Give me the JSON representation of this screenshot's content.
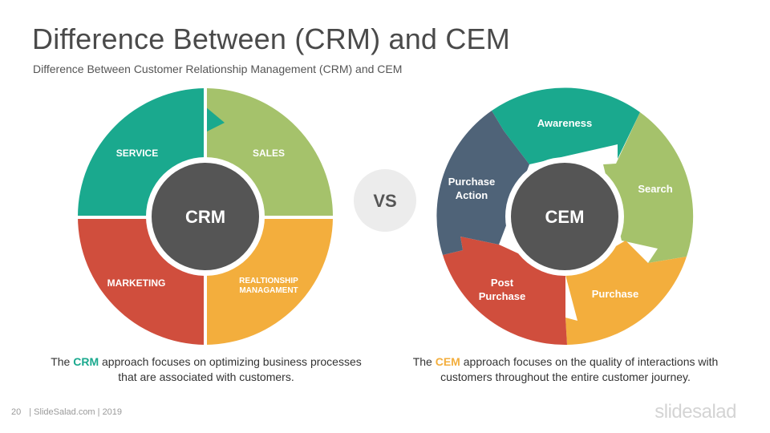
{
  "slide": {
    "title": "Difference Between (CRM) and CEM",
    "subtitle": "Difference Between Customer Relationship Management (CRM) and CEM"
  },
  "crm": {
    "center_label": "CRM",
    "segments": [
      {
        "label": "SALES",
        "color": "#a5c26b"
      },
      {
        "label": "REALTIONSHIP",
        "label2": "MANAGAMENT",
        "color": "#f3ae3d"
      },
      {
        "label": "MARKETING",
        "color": "#d04e3d"
      },
      {
        "label": "SERVICE",
        "color": "#1aa98e"
      }
    ],
    "caption": {
      "prefix": "The ",
      "highlight": "CRM",
      "line1_rest": " approach focuses on optimizing business processes",
      "line2": "that are associated with customers."
    }
  },
  "vs_label": "VS",
  "cem": {
    "center_label": "CEM",
    "segments": [
      {
        "label": "Awareness",
        "color": "#1aa98e"
      },
      {
        "label": "Search",
        "color": "#a5c26b"
      },
      {
        "label": "Purchase",
        "color": "#f3ae3d"
      },
      {
        "label": "Post",
        "label2": "Purchase",
        "color": "#d04e3d"
      },
      {
        "label": "Purchase",
        "label2": "Action",
        "color": "#4f6378"
      }
    ],
    "caption": {
      "prefix": "The ",
      "highlight": "CEM",
      "line1_rest": " approach focuses on the quality of interactions with",
      "line2": "customers throughout the entire customer journey."
    }
  },
  "colors": {
    "center": "#555555",
    "highlight_green": "#1aa98e",
    "highlight_orange": "#f3ae3d",
    "vs_circle": "#ececec"
  },
  "footer": {
    "page_number": "20",
    "text": "| SlideSalad.com | 2019",
    "brand": "slidesalad"
  }
}
